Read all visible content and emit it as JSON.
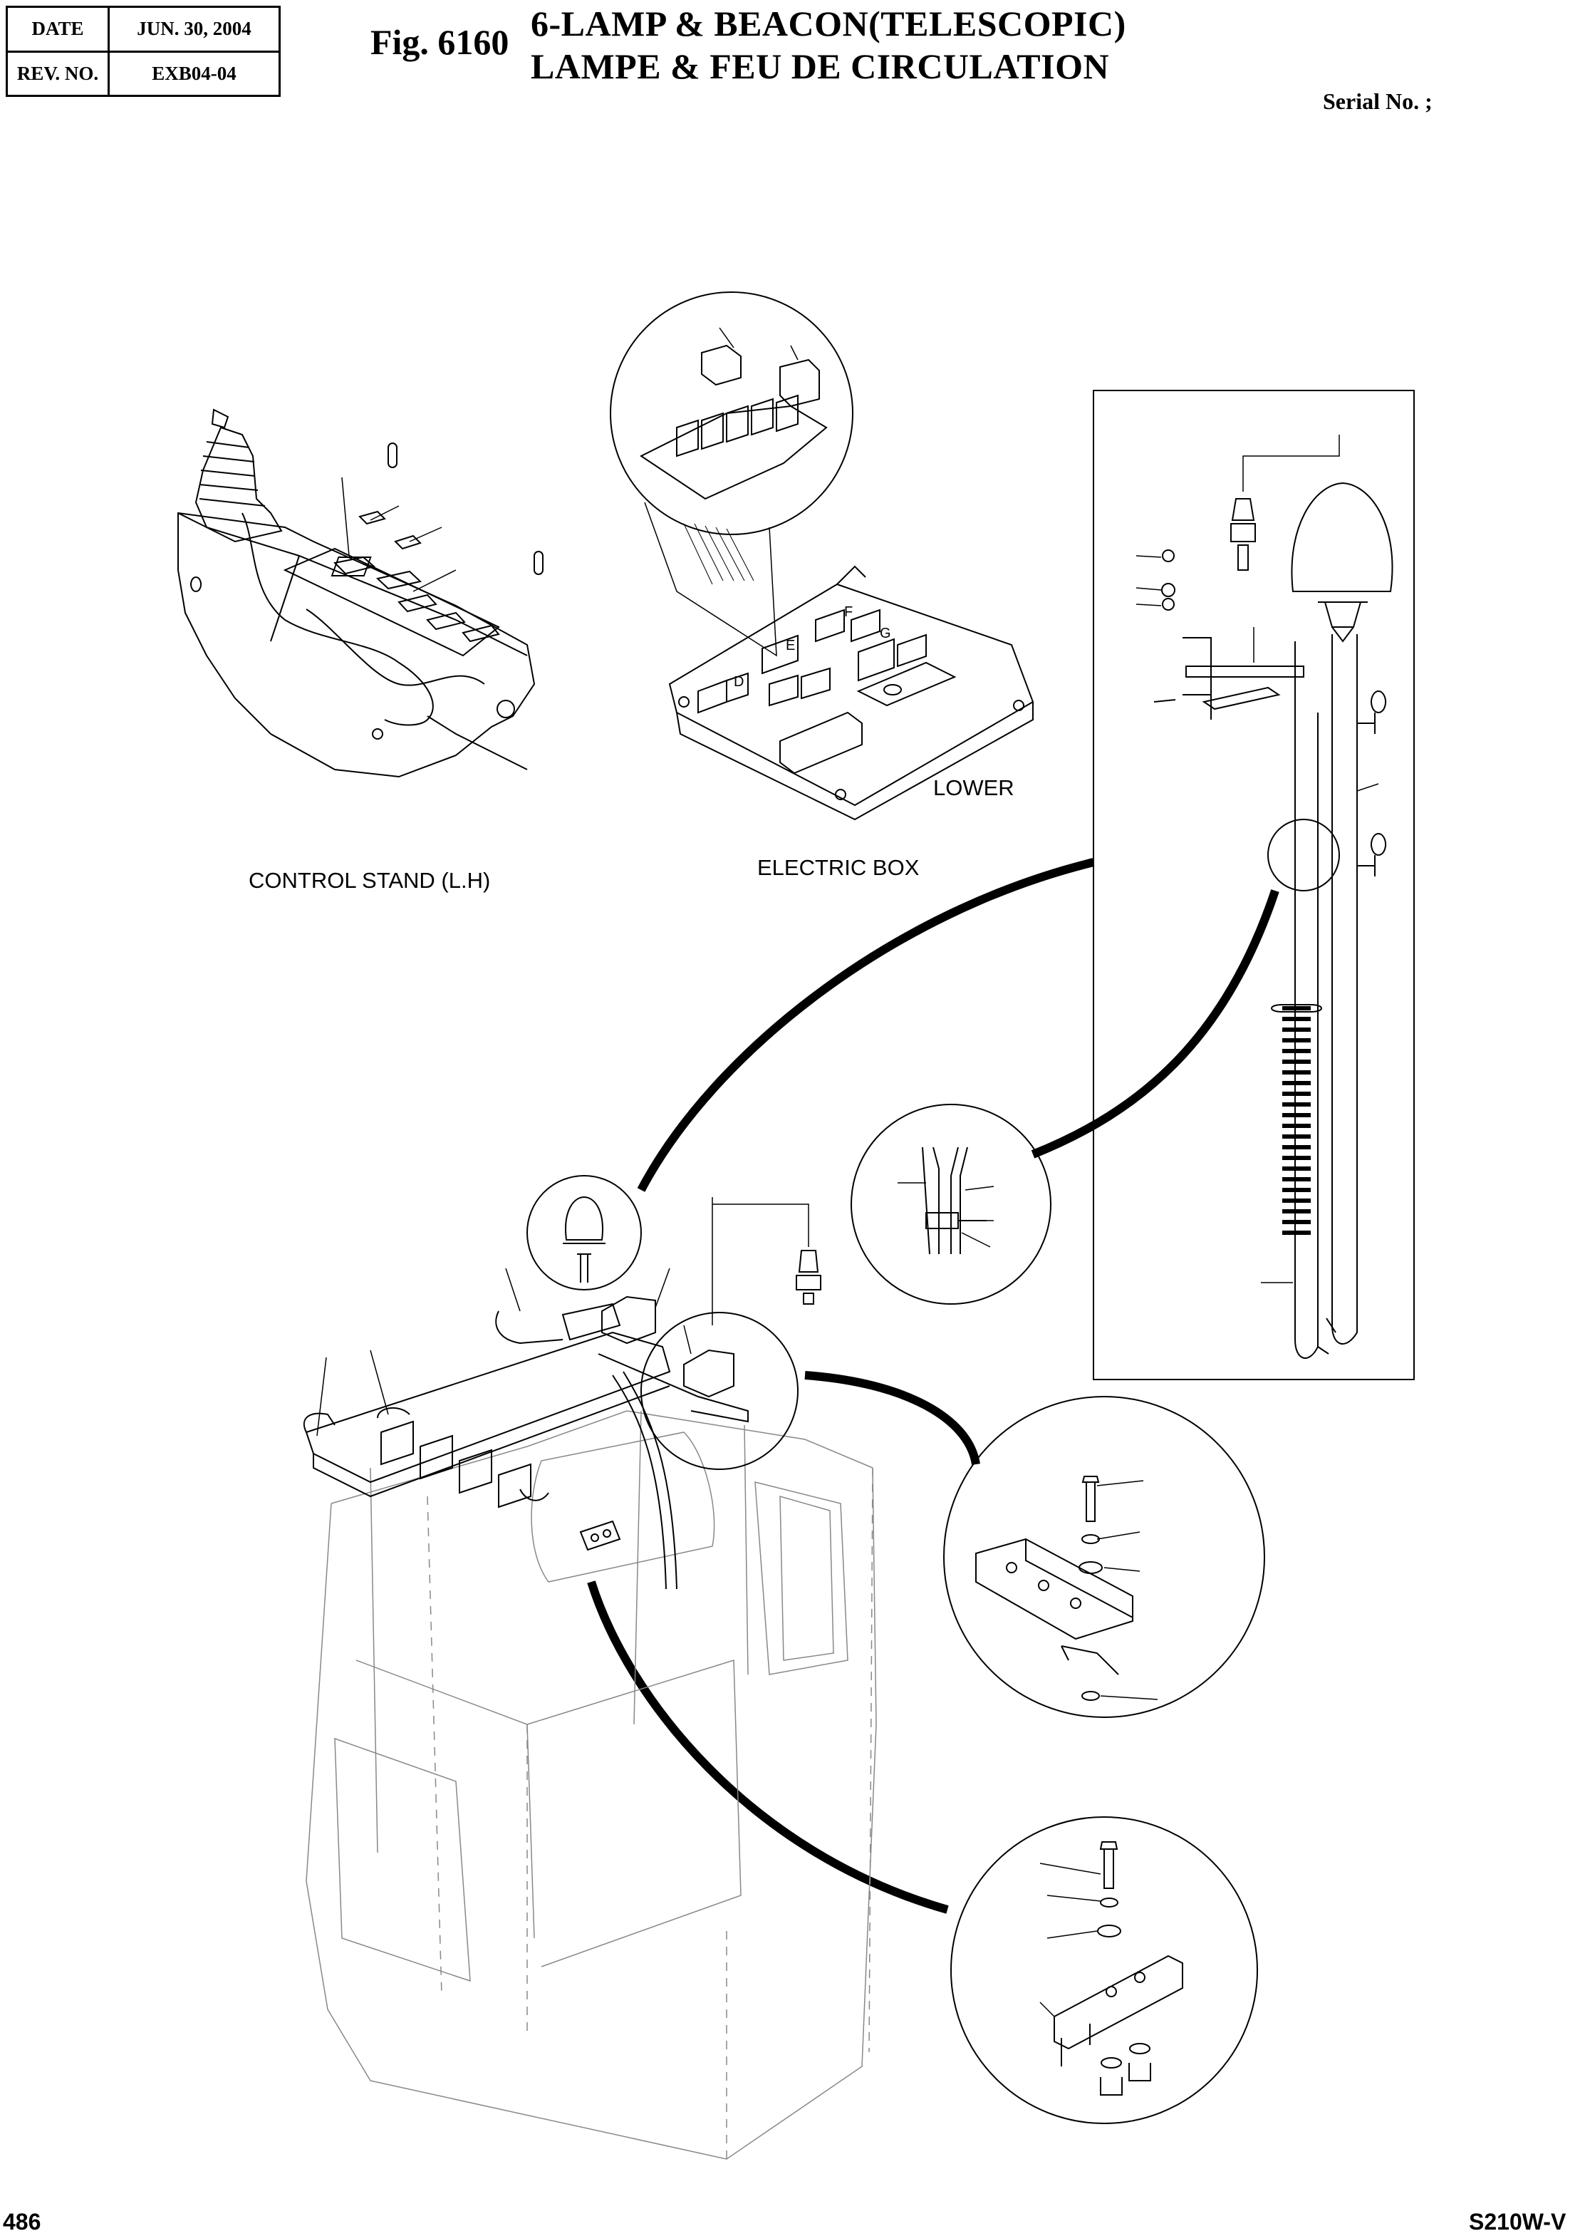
{
  "header": {
    "date_label": "DATE",
    "date_value": "JUN. 30, 2004",
    "rev_label": "REV. NO.",
    "rev_value": "EXB04-04"
  },
  "figure": {
    "number": "Fig. 6160",
    "title_en": "6-LAMP & BEACON(TELESCOPIC)",
    "title_fr": "LAMPE & FEU DE CIRCULATION",
    "serial": "Serial No. ;"
  },
  "labels": {
    "control_stand": "CONTROL STAND (L.H)",
    "electric_box": "ELECTRIC BOX",
    "lower": "LOWER",
    "relay_letters": [
      "D",
      "E",
      "F",
      "G"
    ]
  },
  "footer": {
    "page_number": "486",
    "model": "S210W-V"
  }
}
